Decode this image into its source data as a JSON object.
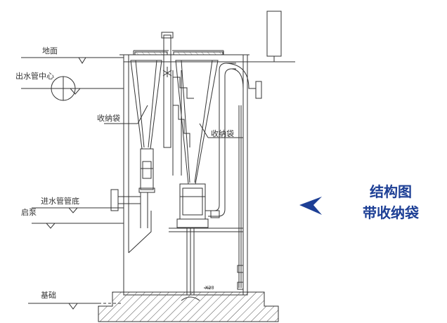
{
  "labels": {
    "ground": "地面",
    "outlet_center": "出水管中心",
    "collection_bag_left": "收纳袋",
    "collection_bag_right": "收纳袋",
    "inlet_bottom": "进水管管底",
    "pump_start": "启泵",
    "foundation": "基础",
    "dim_small": "X20"
  },
  "callout": {
    "line1": "结构图",
    "line2": "带收纳袋"
  },
  "colors": {
    "line": "#333333",
    "accent": "#1d3f95",
    "hatch": "#555555"
  }
}
